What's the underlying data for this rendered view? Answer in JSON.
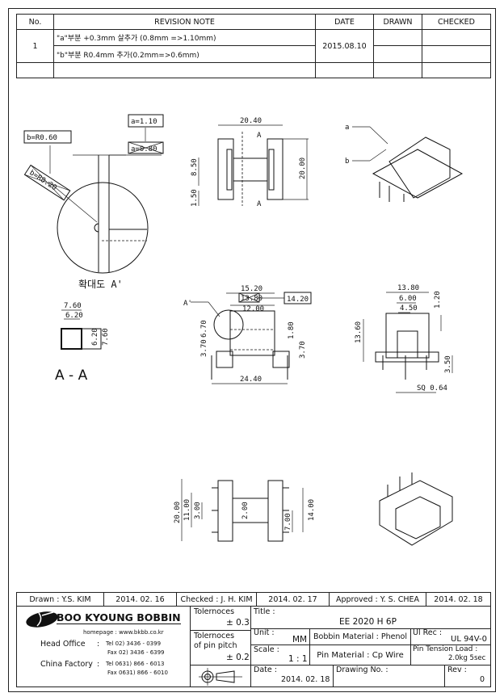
{
  "revision": {
    "headers": {
      "no": "No.",
      "note": "REVISION  NOTE",
      "date": "DATE",
      "drawn": "DRAWN",
      "checked": "CHECKED"
    },
    "rows": [
      {
        "no": "1",
        "note_a": "\"a\"부분 +0.3mm 살추가 (0.8mm =>1.10mm)",
        "note_b": "\"b\"부분 R0.4mm 추가(0.2mm=>0.6mm)",
        "date": "2015.08.10"
      }
    ]
  },
  "drawing": {
    "detail": {
      "b_new": "b=R0.60",
      "b_old": "b=R0.20",
      "a_new": "a=1.10",
      "a_old": "a=0.80",
      "caption": "확대도 A'"
    },
    "top_view": {
      "width": "20.40",
      "height": "20.00",
      "pitch": "8.50",
      "offset": "1.50",
      "section": "A"
    },
    "iso": {
      "label_a": "a",
      "label_b": "b"
    },
    "section": {
      "outer_w": "7.60",
      "inner_w": "6.20",
      "inner_h": "6.20",
      "outer_h": "7.60",
      "caption": "A - A"
    },
    "front_view": {
      "flange": "15.20",
      "old": "13.80",
      "new": "14.20",
      "inner": "12.00",
      "detail": "A'",
      "h1": "3.70",
      "h2": "6.70",
      "h3": "1.80",
      "h4": "3.70",
      "pins": "24.40"
    },
    "side_view": {
      "w": "13.80",
      "w2": "6.00",
      "w3": "4.50",
      "h": "13.60",
      "t": "1.20",
      "pin": "3.50",
      "sq": "SQ 0.64"
    },
    "bottom_view": {
      "h": "20.00",
      "h2": "11.00",
      "h3": "3.00",
      "core": "2.00",
      "pitch": "7.00",
      "span": "14.00"
    }
  },
  "title_block": {
    "drawn": "Drawn : Y.S. KIM",
    "drawn_date": "2014. 02. 16",
    "checked": "Checked : J. H. KIM",
    "checked_date": "2014. 02. 17",
    "approved": "Approved : Y. S. CHEA",
    "approved_date": "2014. 02. 18",
    "company": "BOO KYOUNG BOBBIN",
    "homepage": "homepage : www.bkbb.co.kr",
    "head_office": "Head Office",
    "ho_tel": "Tel    02) 3436 - 0399",
    "ho_fax": "Fax   02) 3436 - 6399",
    "china_factory": "China Factory",
    "cf_tel": "Tel    0631) 866 - 6013",
    "cf_fax": "Fax   0631) 866 - 6010",
    "sep": ":",
    "tol_label": "Tolernoces",
    "tol_value": "± 0.3",
    "pitch_label": "Tolernoces\nof pin pitch",
    "pitch_value": "± 0.2",
    "title_label": "Title :",
    "title": "EE 2020 H 6P",
    "unit_label": "Unit :",
    "unit": "MM",
    "bobbin_material": "Bobbin Material : Phenol",
    "ul_label": "Ul Rec :",
    "ul": "UL 94V-0",
    "scale_label": "Scale :",
    "scale": "1 : 1",
    "pin_material": "Pin Material : Cp Wire",
    "tension_label": "Pin Tension Load :",
    "tension": "2.0kg 5sec",
    "date_label": "Date :",
    "date": "2014. 02. 18",
    "drawing_no_label": "Drawing No.  :",
    "rev_label": "Rev :",
    "rev": "0"
  }
}
